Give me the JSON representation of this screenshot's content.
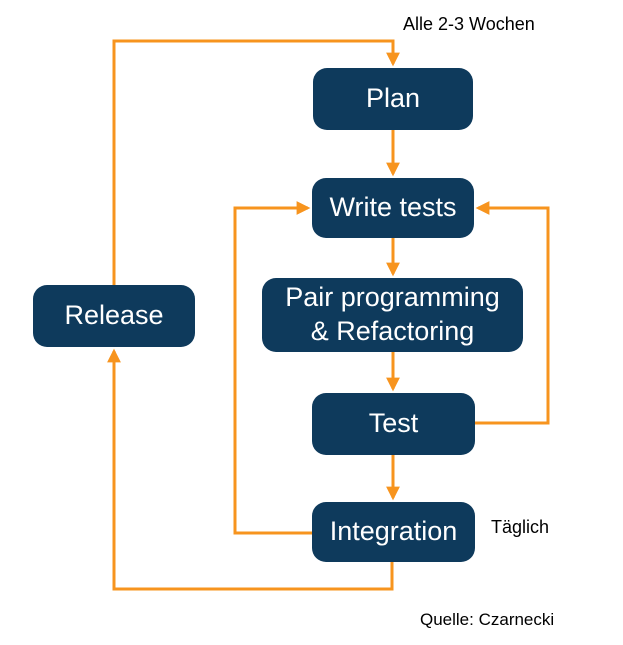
{
  "colors": {
    "node_fill": "#0E3A5C",
    "node_text": "#FFFFFF",
    "arrow": "#F7941E",
    "label_text": "#000000",
    "background": "#FFFFFF"
  },
  "nodes": {
    "plan": {
      "label": "Plan"
    },
    "write_tests": {
      "label": "Write tests"
    },
    "pair_programming": {
      "line1": "Pair programming",
      "line2": "& Refactoring"
    },
    "test": {
      "label": "Test"
    },
    "integration": {
      "label": "Integration"
    },
    "release": {
      "label": "Release"
    }
  },
  "annotations": {
    "cycle": "Alle 2-3 Wochen",
    "daily": "Täglich",
    "source": "Quelle: Czarnecki"
  },
  "edges": [
    {
      "from": "Plan",
      "to": "Write tests"
    },
    {
      "from": "Write tests",
      "to": "Pair programming & Refactoring"
    },
    {
      "from": "Pair programming & Refactoring",
      "to": "Test"
    },
    {
      "from": "Test",
      "to": "Integration"
    },
    {
      "from": "Test",
      "to": "Write tests"
    },
    {
      "from": "Integration",
      "to": "Write tests"
    },
    {
      "from": "Integration",
      "to": "Release",
      "label": "Täglich"
    },
    {
      "from": "Release",
      "to": "Plan",
      "label": "Alle 2-3 Wochen"
    }
  ]
}
